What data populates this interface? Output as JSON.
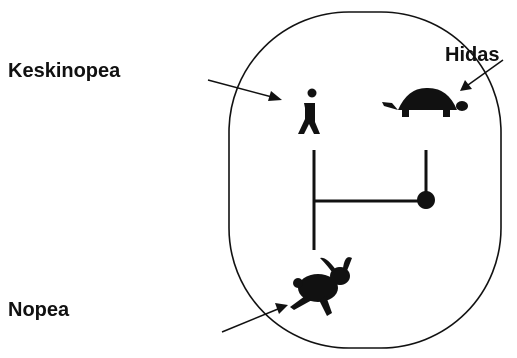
{
  "labels": {
    "medium": "Keskinopea",
    "slow": "Hidas",
    "fast": "Nopea"
  },
  "icons": {
    "medium": "walking-person-icon",
    "slow": "turtle-icon",
    "fast": "rabbit-icon",
    "selector": "selector-knob-icon"
  },
  "colors": {
    "ink": "#111111",
    "background": "#ffffff"
  }
}
